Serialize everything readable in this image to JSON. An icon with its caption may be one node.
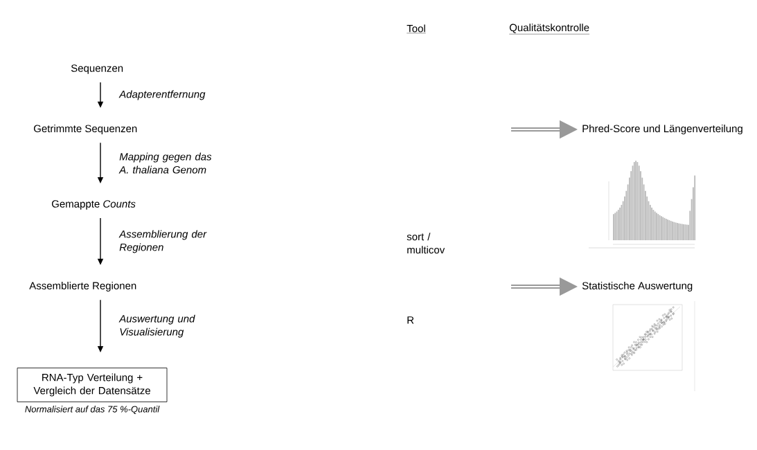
{
  "diagram": {
    "nodes": [
      {
        "text": [
          "Sequenzen"
        ]
      },
      {
        "text": [
          "Getrimmte Sequenzen"
        ]
      },
      {
        "text": [
          "Gemappte *Counts*"
        ]
      },
      {
        "text": [
          "Assemblierte Regionen"
        ]
      },
      {
        "text": [
          "RNA-Typ Verteilung + Vergleich der Datensätze"
        ],
        "beside": [
          "Normalisiert auf das 75 %-Quantil"
        ]
      },
      {
        "text": [
          "Phred-Score und Längenverteilung"
        ]
      },
      {
        "text": [
          "Statistische Auswertung"
        ]
      }
    ],
    "edges": [
      {
        "from": 0,
        "to": 1,
        "arrow": "to",
        "label": "Adapterentfernung"
      },
      {
        "from": 1,
        "to": 2,
        "arrow": "to",
        "label": "Mapping gegen das A. thaliana Genom"
      },
      {
        "from": 2,
        "to": 3,
        "arrow": "to",
        "label": "Assemblierung der Regionen"
      },
      {
        "from": 3,
        "to": 4,
        "arrow": "to",
        "label": "Auswertung und Visualisierung"
      },
      {
        "from": null,
        "to": 5,
        "arrow": "to",
        "style": "thick",
        "color": "#999999"
      },
      {
        "from": null,
        "to": 6,
        "arrow": "to",
        "style": "thick",
        "color": "#999999"
      }
    ],
    "labels": [
      "Tool",
      "Qualitätskontrolle",
      "sort / multicov",
      "R"
    ]
  }
}
